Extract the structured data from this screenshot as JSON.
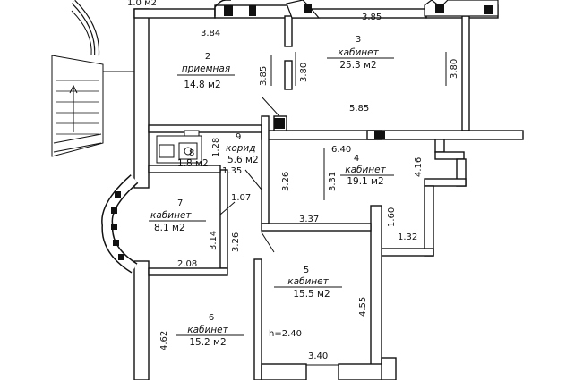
{
  "rooms": [
    {
      "number": "2",
      "name": "приемная",
      "area": "14.8 м2"
    },
    {
      "number": "3",
      "name": "кабинет",
      "area": "25.3 м2"
    },
    {
      "number": "4",
      "name": "кабинет",
      "area": "19.1 м2"
    },
    {
      "number": "5",
      "name": "кабинет",
      "area": "15.5 м2"
    },
    {
      "number": "6",
      "name": "кабинет",
      "area": "15.2 м2"
    },
    {
      "number": "7",
      "name": "кабинет",
      "area": "8.1 м2"
    },
    {
      "number": "8",
      "area": "1.8 м2"
    },
    {
      "number": "9",
      "name": "корид",
      "area": "5.6 м2"
    }
  ],
  "dimensions": {
    "top_left_partial": "1.0 м2",
    "d_3_84": "3.84",
    "d_3_85_top": "3.85",
    "d_3_85_v": "3.85",
    "d_3_80_left": "3.80",
    "d_3_80_right": "3.80",
    "d_5_85": "5.85",
    "d_1_28": "1.28",
    "d_1_35": "1.35",
    "d_6_40": "6.40",
    "d_3_26_a": "3.26",
    "d_3_31": "3.31",
    "d_4_16": "4.16",
    "d_1_07": "1.07",
    "d_3_37": "3.37",
    "d_1_60": "1.60",
    "d_1_32": "1.32",
    "d_3_14": "3.14",
    "d_3_26_b": "3.26",
    "d_2_08": "2.08",
    "d_4_55": "4.55",
    "d_4_62": "4.62",
    "d_3_40": "3.40"
  },
  "ceiling_height": "h=2.40"
}
